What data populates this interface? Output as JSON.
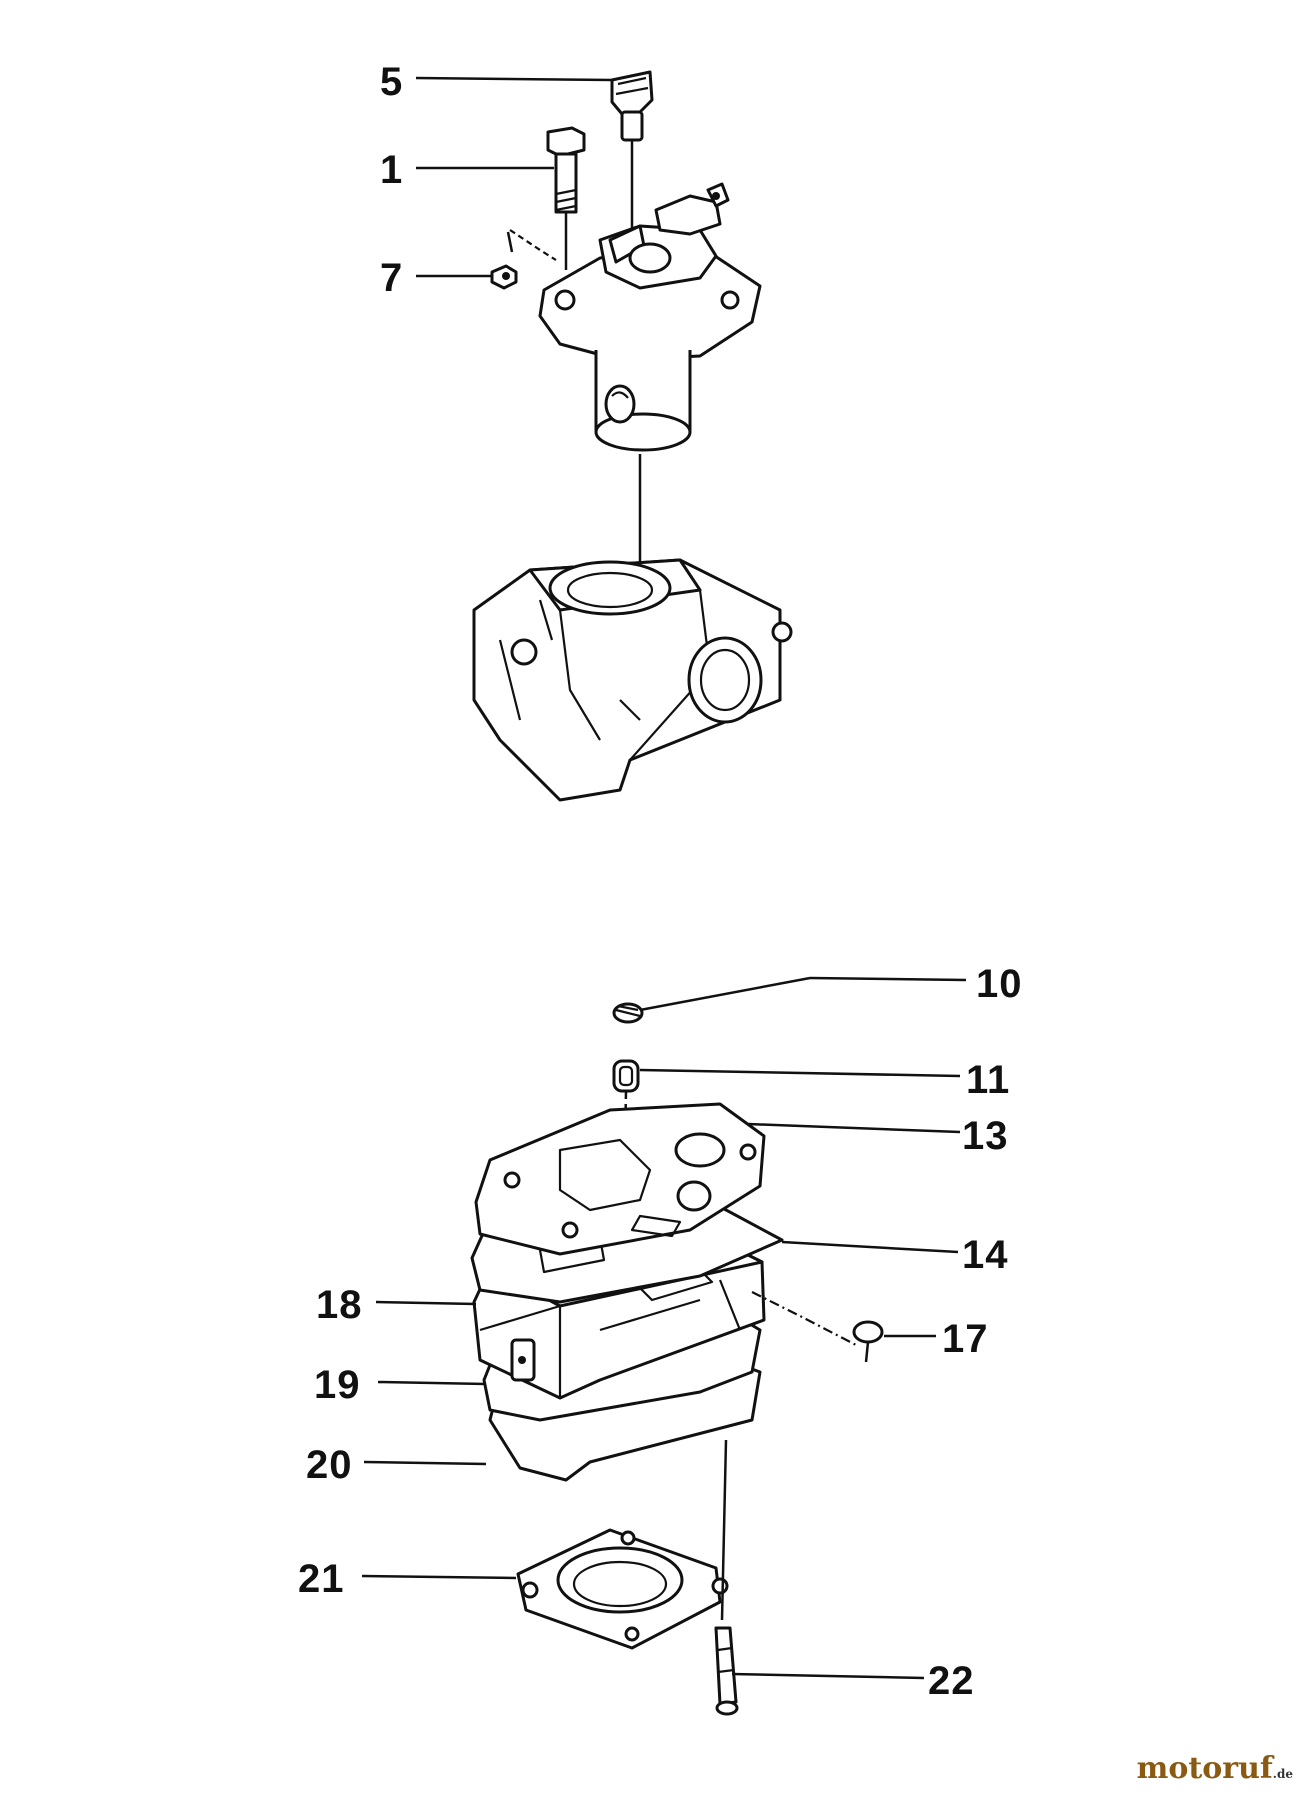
{
  "callouts": [
    {
      "id": "5",
      "label": "5"
    },
    {
      "id": "1",
      "label": "1"
    },
    {
      "id": "7",
      "label": "7"
    },
    {
      "id": "10",
      "label": "10"
    },
    {
      "id": "11",
      "label": "11"
    },
    {
      "id": "13",
      "label": "13"
    },
    {
      "id": "14",
      "label": "14"
    },
    {
      "id": "18",
      "label": "18"
    },
    {
      "id": "17",
      "label": "17"
    },
    {
      "id": "19",
      "label": "19"
    },
    {
      "id": "20",
      "label": "20"
    },
    {
      "id": "21",
      "label": "21"
    },
    {
      "id": "22",
      "label": "22"
    }
  ],
  "watermark": {
    "name": "motoruf",
    "tld": ".de"
  }
}
